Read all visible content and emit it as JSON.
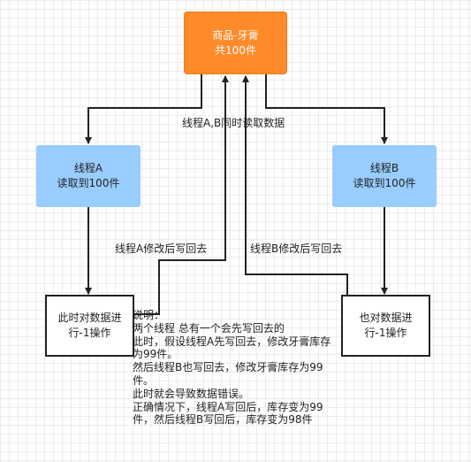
{
  "nodes": {
    "product": {
      "line1": "商品-牙膏",
      "line2": "共100件",
      "color": "#ff8a2a"
    },
    "thread_a": {
      "line1": "线程A",
      "line2": "读取到100件",
      "color": "#99ccff"
    },
    "thread_b": {
      "line1": "线程B",
      "line2": "读取到100件",
      "color": "#99ccff"
    },
    "op_a": {
      "line1": "此时对数据进",
      "line2": "行-1操作"
    },
    "op_b": {
      "line1": "也对数据进",
      "line2": "行-1操作"
    }
  },
  "edge_labels": {
    "simultaneous_read": "线程A,B同时读取数据",
    "a_write_back": "线程A修改后写回去",
    "b_write_back": "线程B修改后写回去"
  },
  "note": {
    "lines": [
      "说明：",
      "两个线程 总有一个会先写回去的",
      "此时，假设线程A先写回去，修改牙膏库存",
      "为99件。",
      "然后线程B也写回去，修改牙膏库存为99",
      "件。",
      "此时就会导致数据错误。",
      "正确情况下，线程A写回后，库存变为99",
      "件，然后线程B写回后，库存变为98件"
    ]
  }
}
